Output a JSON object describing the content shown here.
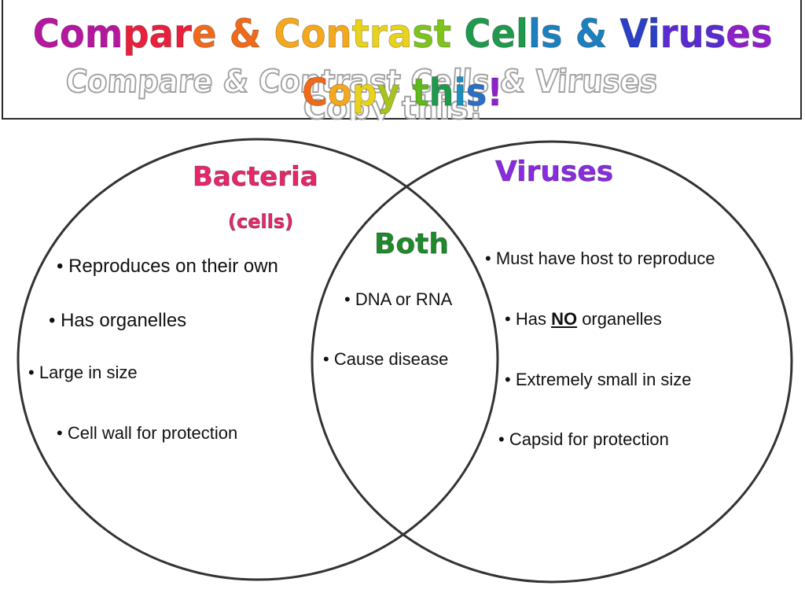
{
  "title": {
    "text": "Compare & Contrast Cells & Viruses",
    "subtitle": "Copy this!",
    "letter_colors": [
      "#b5179e",
      "#e8203c",
      "#f06a1a",
      "#f4a81d",
      "#e9d21b",
      "#7fc41c",
      "#1f9a4c",
      "#1c7fbf",
      "#2b3fc7",
      "#5a2bd0",
      "#8f1fc9"
    ]
  },
  "venn": {
    "left_set": {
      "title": "Bacteria",
      "subtitle": "(cells)",
      "color": "#e8266b",
      "items": [
        "Reproduces on their own",
        "Has organelles",
        "Large in size",
        "Cell wall for protection"
      ]
    },
    "right_set": {
      "title": "Viruses",
      "color": "#8a2be2",
      "items": {
        "host": "Must have host to reproduce",
        "organelles_pre": "Has ",
        "organelles_no": "NO",
        "organelles_post": " organelles",
        "size": "Extremely small in size",
        "capsid": "Capsid for protection"
      }
    },
    "overlap": {
      "title": "Both",
      "color": "#1f8a2c",
      "items": [
        "DNA or RNA",
        "Cause disease"
      ]
    },
    "bullet": "•",
    "outline_color": "#333333"
  }
}
